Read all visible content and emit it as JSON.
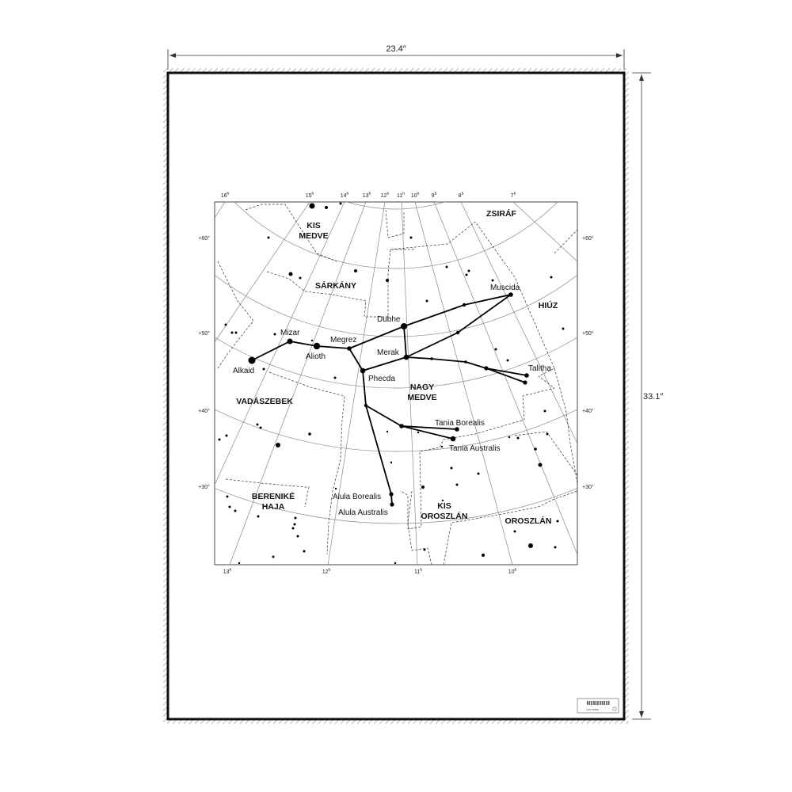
{
  "poster": {
    "width_label": "23.4″",
    "height_label": "33.1″"
  },
  "chart": {
    "top_ra_ticks": [
      "16h",
      "15h",
      "14h",
      "13h",
      "12h",
      "11h",
      "10h",
      "9h",
      "8h",
      "7h"
    ],
    "bottom_ra_ticks": [
      "13h",
      "12h",
      "11h",
      "10h"
    ],
    "dec_ticks": [
      "+60°",
      "+50°",
      "+40°",
      "+30°"
    ],
    "constellations": [
      [
        "KIS",
        "MEDVE"
      ],
      [
        "ZSIRÁF"
      ],
      [
        "SÁRKÁNY"
      ],
      [
        "HIÚZ"
      ],
      [
        "NAGY",
        "MEDVE"
      ],
      [
        "VADÁSZEBEK"
      ],
      [
        "BERENIKÉ",
        "HAJA"
      ],
      [
        "KIS",
        "OROSZLÁN"
      ],
      [
        "OROSZLÁN"
      ]
    ],
    "star_names": [
      "Alkaid",
      "Mizar",
      "Alioth",
      "Megrez",
      "Phecda",
      "Dubhe",
      "Merak",
      "Muscida",
      "Talitha",
      "Tania Borealis",
      "Tania Australis",
      "Alula Borealis",
      "Alula Australis"
    ]
  },
  "label_tag": {
    "code": "LGP-X0059"
  }
}
